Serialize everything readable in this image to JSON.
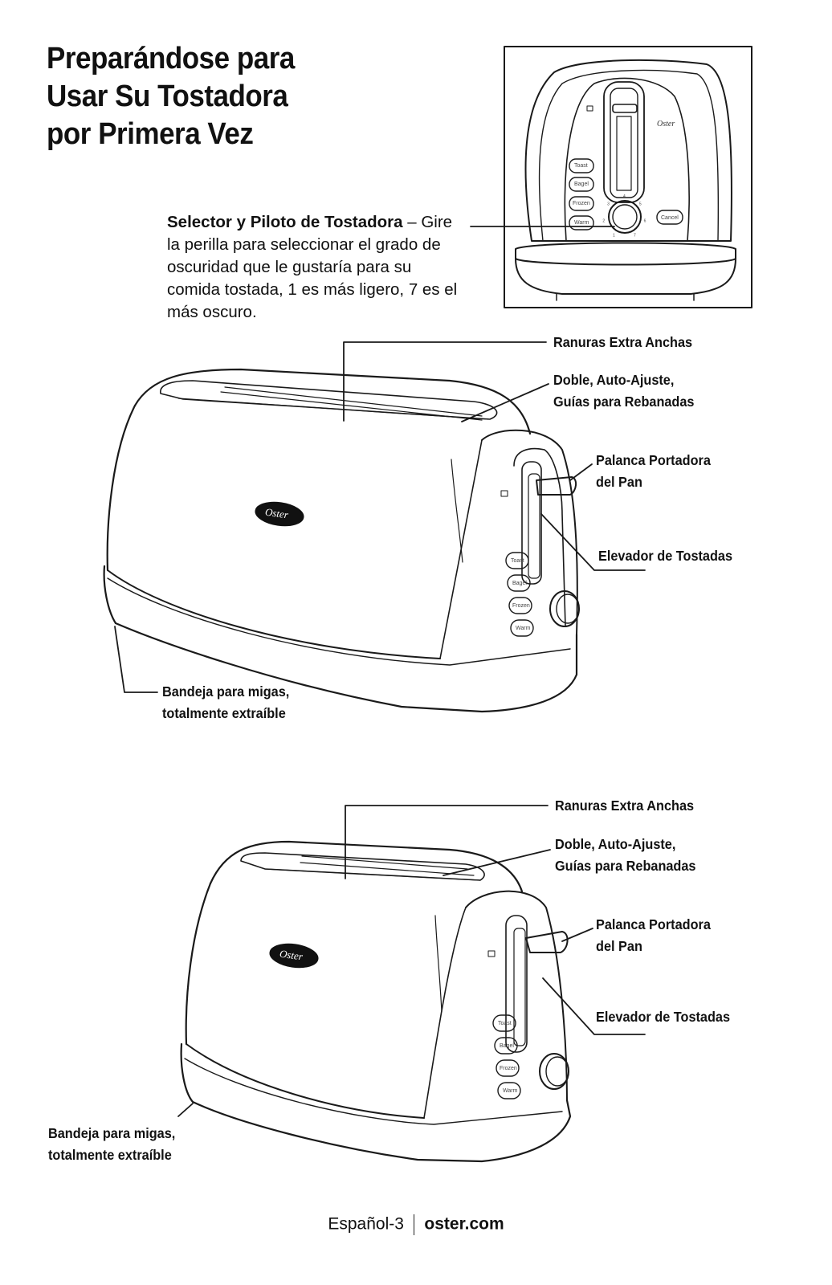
{
  "title": {
    "line1": "Preparándose para",
    "line2": "Usar Su Tostadora",
    "line3": "por Primera Vez"
  },
  "selector": {
    "heading": "Selector y Piloto de Tostadora",
    "dash": " – ",
    "body": "Gire la perilla para seleccionar el grado de oscuridad que le gustaría para su comida tostada, 1 es más ligero, 7 es el más oscuro."
  },
  "panel": {
    "buttons": [
      "Toast",
      "Bagel",
      "Frozen",
      "Warm"
    ],
    "cancel": "Cancel",
    "brand": "Oster",
    "dial_numbers": [
      "1",
      "2",
      "3",
      "4",
      "5",
      "6",
      "7"
    ]
  },
  "toaster_long": {
    "brand": "Oster",
    "buttons": [
      "Toast",
      "Bagel",
      "Frozen",
      "Warm"
    ],
    "labels": {
      "slots": "Ranuras Extra Anchas",
      "guides_1": "Doble, Auto-Ajuste,",
      "guides_2": "Guías para Rebanadas",
      "lever_1": "Palanca Portadora",
      "lever_2": "del Pan",
      "lifter": "Elevador de Tostadas",
      "tray_1": "Bandeja para migas,",
      "tray_2": "totalmente extraíble"
    }
  },
  "toaster_short": {
    "brand": "Oster",
    "buttons": [
      "Toast",
      "Bagel",
      "Frozen",
      "Warm"
    ],
    "labels": {
      "slots": "Ranuras Extra Anchas",
      "guides_1": "Doble, Auto-Ajuste,",
      "guides_2": "Guías para Rebanadas",
      "lever_1": "Palanca Portadora",
      "lever_2": "del Pan",
      "lifter": "Elevador de Tostadas",
      "tray_1": "Bandeja para migas,",
      "tray_2": "totalmente extraíble"
    }
  },
  "footer": {
    "page": "Español-3",
    "site": "oster.com"
  }
}
